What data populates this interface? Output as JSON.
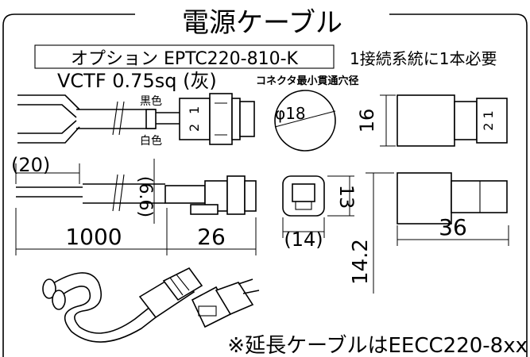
{
  "title": "電源ケーブル",
  "option_box": "オプション EPTC220-810-K",
  "system_note": "1接続系統に1本必要",
  "cable_spec": "VCTF 0.75sq (灰)",
  "hole_note": "コネクタ最小貫通穴径",
  "wire_black": "黒色",
  "wire_white": "白色",
  "pin_1": "1",
  "pin_2": "2",
  "pin_side_label": "2 1",
  "dims": {
    "hole_diameter": "φ18",
    "height_16": "16",
    "strip_20": "(20)",
    "offset_6_6": "(6.6)",
    "length_1000": "1000",
    "length_26": "26",
    "width_14": "(14)",
    "height_13": "13",
    "height_14_2": "14.2",
    "length_36": "36"
  },
  "extension_note": "※延長ケーブルはEECC220-8xx",
  "colors": {
    "ink": "#000000",
    "background": "#ffffff"
  }
}
